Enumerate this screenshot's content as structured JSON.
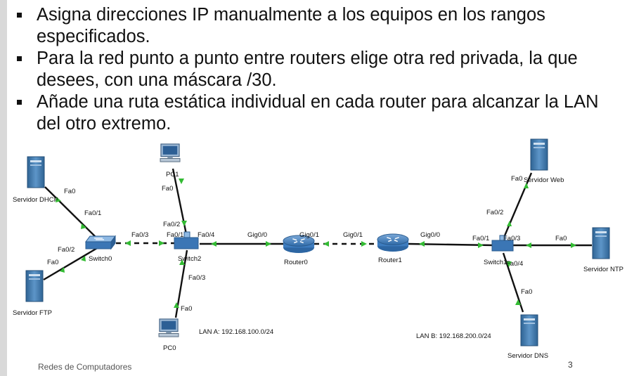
{
  "bullets": [
    "Asigna direcciones IP manualmente a los equipos en los rangos especificados.",
    "Para la red punto a punto entre routers elige otra red privada, la que desees, con una máscara /30.",
    "Añade una ruta estática individual en cada router para alcanzar la LAN del otro extremo."
  ],
  "footer": "Redes de Computadores",
  "page_number": "3",
  "devices": {
    "servidor_dhcp": "Servidor DHCP",
    "servidor_ftp": "Servidor FTP",
    "switch0": "Switch0",
    "switch2": "Switch2",
    "pc1": "PC1",
    "pc0": "PC0",
    "router0": "Router0",
    "router1": "Router1",
    "switch1": "Switch1",
    "servidor_web": "Servidor Web",
    "servidor_ntp": "Servidor NTP",
    "servidor_dns": "Servidor DNS"
  },
  "ports": {
    "dhcp_fa0": "Fa0",
    "sw0_fa01": "Fa0/1",
    "sw0_fa02": "Fa0/2",
    "ftp_fa0": "Fa0",
    "sw0_fa03": "Fa0/3",
    "sw2_fa01": "Fa0/1",
    "sw2_fa04": "Fa0/4",
    "sw2_fa02": "Fa0/2",
    "pc1_fa0": "Fa0",
    "sw2_fa03": "Fa0/3",
    "pc0_fa0": "Fa0",
    "r0_gig00": "Gig0/0",
    "r0_gig01": "Gig0/1",
    "r1_gig01": "Gig0/1",
    "r1_gig00": "Gig0/0",
    "sw1_fa01": "Fa0/1",
    "sw1_fa02": "Fa0/2",
    "web_fa0": "Fa0",
    "sw1_fa03": "Fa0/3",
    "ntp_fa0": "Fa0",
    "sw1_fa04": "Fa0/4",
    "dns_fa0": "Fa0"
  },
  "lan_labels": {
    "lan_a": "LAN A: 192.168.100.0/24",
    "lan_b": "LAN B: 192.168.200.0/24"
  },
  "colors": {
    "link": "#111111",
    "link_up": "#33bb33",
    "server": "#4a7fb0",
    "router": "#4f86c6",
    "switch": "#3d78b8"
  }
}
